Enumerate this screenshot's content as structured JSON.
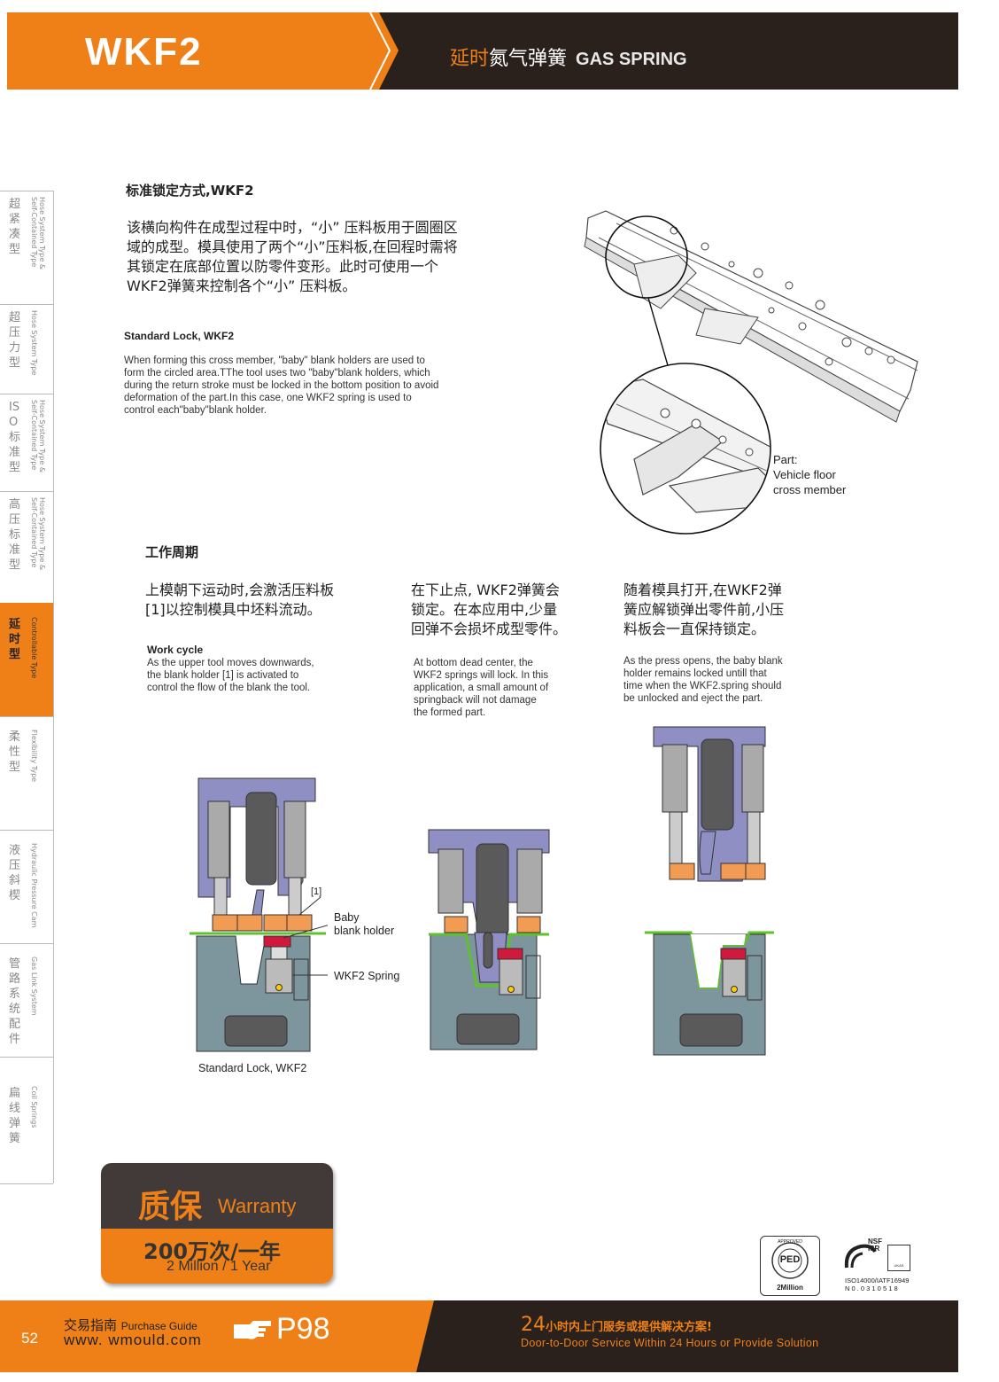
{
  "header": {
    "model": "WKF2",
    "category_highlight": "延时",
    "category_cn": "氮气弹簧",
    "category_en": "GAS SPRING"
  },
  "side_tabs": [
    {
      "cn": "超紧凑型",
      "en": "Hose System Type &\nSelf-Contained Type",
      "active": false
    },
    {
      "cn": "超压力型",
      "en": "Hose System Type",
      "active": false
    },
    {
      "cn": "ISO标准型",
      "en": "Hose System Type &\nSelf-Contained Type",
      "active": false
    },
    {
      "cn": "高压标准型",
      "en": "Hose System Type &\nSelf-Contained Type",
      "active": false
    },
    {
      "cn": "延时型",
      "en": "Controllable Type",
      "active": true
    },
    {
      "cn": "柔性型",
      "en": "Flexibility Type",
      "active": false
    },
    {
      "cn": "液压斜楔",
      "en": "Hydraulic Pressure Cam",
      "active": false
    },
    {
      "cn": "管路系统配件",
      "en": "Gas Link System",
      "active": false
    },
    {
      "cn": "扁线弹簧",
      "en": "Coil Springs",
      "active": false
    }
  ],
  "intro": {
    "title_cn": "标准锁定方式,WKF2",
    "body_cn": [
      "该横向构件在成型过程中时，“小” 压料板用于圆圈区",
      "域的成型。模具使用了两个“小”压料板,在回程时需将",
      "其锁定在底部位置以防零件变形。此时可使用一个",
      "WKF2弹簧来控制各个“小” 压料板。"
    ],
    "title_en": "Standard Lock, WKF2",
    "body_en": [
      "When forming this cross member, \"baby\" blank holders are used to",
      "form the circled area.TThe tool uses two \"baby\"blank holders, which",
      "during the return stroke must be locked in the bottom position to avoid",
      "deformation of the part.In this case, one WKF2 spring is used to",
      "control each\"baby\"blank holder."
    ]
  },
  "part_label": [
    "Part:",
    "Vehicle floor",
    "cross member"
  ],
  "cycle": {
    "title_cn": "工作周期",
    "col1_cn": [
      "上模朝下运动时,会激活压料板",
      "[1]以控制模具中坯料流动。"
    ],
    "col1_en_head": "Work cycle",
    "col1_en": [
      "As the upper tool moves downwards,",
      "the blank holder [1] is activated to",
      "control the flow of the blank the tool."
    ],
    "col2_cn": [
      "在下止点, WKF2弹簧会",
      "锁定。在本应用中,少量",
      "回弹不会损坏成型零件。"
    ],
    "col2_en": [
      "At bottom dead center, the",
      "WKF2 springs will lock. In this",
      "application, a small amount of",
      "springback will not damage",
      "the formed part."
    ],
    "col3_cn": [
      "随着模具打开,在WKF2弹",
      "簧应解锁弹出零件前,小压",
      "料板会一直保持锁定。"
    ],
    "col3_en": [
      "As the press opens, the baby blank",
      "holder remains locked untill that",
      "time when the WKF2.spring should",
      "be unlocked and eject the part."
    ]
  },
  "diagram_labels": {
    "marker": "[1]",
    "baby_1": "Baby",
    "baby_2": "blank holder",
    "spring": "WKF2 Spring",
    "caption": "Standard Lock,  WKF2"
  },
  "warranty": {
    "cn": "质保",
    "en": "Warranty",
    "cn2": "200万次/一年",
    "en2": "2 Million / 1 Year"
  },
  "certs": {
    "ped_top": "APPROVED",
    "ped_mid": "PED",
    "ped_bottom": "2Million",
    "nsf": "NSF",
    "isr": "ISR",
    "ukas": "UKAS",
    "iso": "ISO14000/IATF16949",
    "num": "N 0 . 0 3 1 0 5 1 8"
  },
  "footer": {
    "page": "52",
    "guide_cn": "交易指南",
    "guide_en": "Purchase Guide",
    "url": "www. wmould.com",
    "ref": "P98",
    "service_num": "24",
    "service_cn": "小时内上门服务或提供解决方案!",
    "service_en": "Door-to-Door Service Within 24 Hours or Provide Solution"
  },
  "colors": {
    "orange": "#ef8017",
    "dark": "#2a211d",
    "tool_purple": "#8f8fc4",
    "die_grey": "#7d959d",
    "holder_orange": "#f29b52",
    "lock_red": "#d0193b",
    "blank_green": "#5fc12b"
  }
}
